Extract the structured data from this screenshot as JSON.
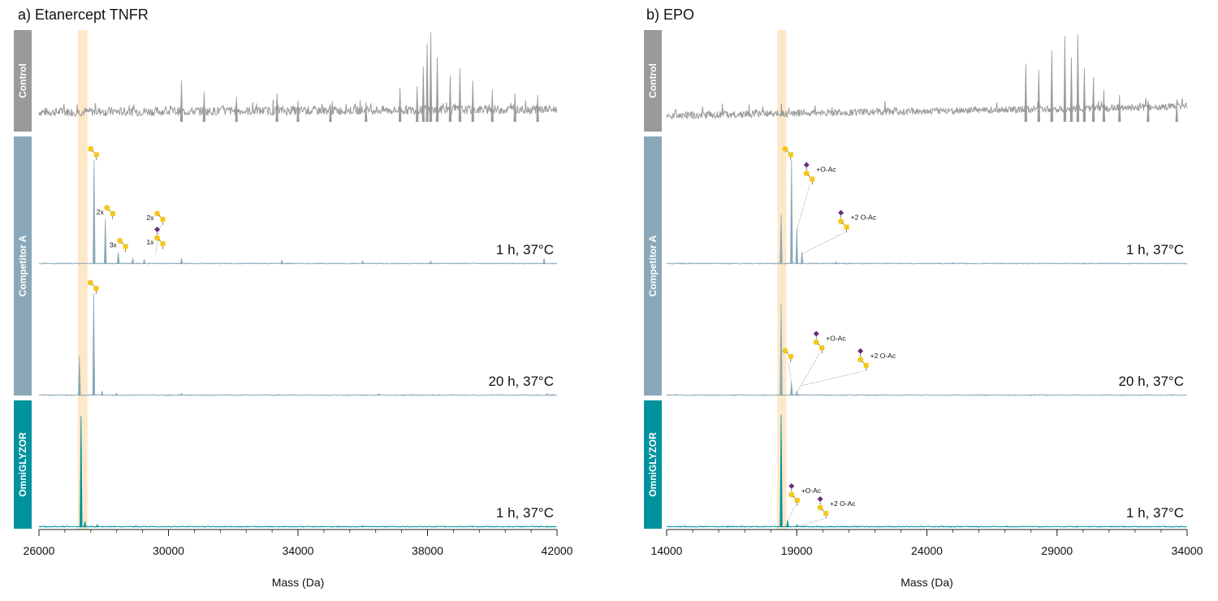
{
  "colors": {
    "control": "#9a9a9a",
    "competitor": "#8aa8b8",
    "omni": "#00939e",
    "highlight": "#fde8c8",
    "hexnac": "#f4c81c",
    "sialic": "#6a2a7a"
  },
  "rows": [
    {
      "label": "Control"
    },
    {
      "label": "Competitor A"
    },
    {
      "label": "OmniGLYZOR"
    }
  ],
  "chart_data": [
    {
      "type": "line",
      "title": "a)  Etanercept TNFR",
      "xlabel": "Mass (Da)",
      "xlim": [
        26000,
        42000
      ],
      "xticks": [
        "26000",
        "30000",
        "34000",
        "38000",
        "42000"
      ],
      "xtick_values": [
        26000,
        30000,
        34000,
        38000,
        42000
      ],
      "highlight_range": [
        27200,
        27500
      ],
      "traces": [
        {
          "row": "Control",
          "condition": "",
          "noise": "control",
          "peaks": [
            [
              30400,
              0.46
            ],
            [
              31100,
              0.34
            ],
            [
              32100,
              0.28
            ],
            [
              33350,
              0.32
            ],
            [
              34000,
              0.24
            ],
            [
              35000,
              0.2
            ],
            [
              36100,
              0.22
            ],
            [
              37150,
              0.38
            ],
            [
              37680,
              0.4
            ],
            [
              37870,
              0.62
            ],
            [
              37990,
              0.88
            ],
            [
              38100,
              1.0
            ],
            [
              38300,
              0.72
            ],
            [
              38700,
              0.52
            ],
            [
              39000,
              0.6
            ],
            [
              39400,
              0.46
            ],
            [
              40000,
              0.36
            ],
            [
              40700,
              0.32
            ],
            [
              41400,
              0.3
            ]
          ]
        },
        {
          "row": "Competitor A",
          "condition": "1 h, 37°C",
          "noise": "low",
          "peaks": [
            [
              27700,
              0.88
            ],
            [
              28050,
              0.38
            ],
            [
              28450,
              0.1
            ],
            [
              28900,
              0.05
            ],
            [
              29250,
              0.04
            ],
            [
              30400,
              0.05
            ],
            [
              33500,
              0.03
            ],
            [
              36000,
              0.025
            ],
            [
              38100,
              0.025
            ],
            [
              41600,
              0.05
            ]
          ]
        },
        {
          "row": "Competitor A",
          "condition": "20 h, 37°C",
          "noise": "low",
          "peaks": [
            [
              27250,
              0.34
            ],
            [
              27690,
              0.88
            ],
            [
              27950,
              0.04
            ],
            [
              28400,
              0.02
            ],
            [
              30400,
              0.02
            ],
            [
              36500,
              0.015
            ],
            [
              41700,
              0.02
            ]
          ]
        },
        {
          "row": "OmniGLYZOR",
          "condition": "1 h, 37°C",
          "noise": "low",
          "peaks": [
            [
              27300,
              0.95
            ],
            [
              27420,
              0.05
            ],
            [
              27800,
              0.02
            ],
            [
              29000,
              0.01
            ],
            [
              36000,
              0.01
            ]
          ]
        }
      ],
      "annotations": [
        {
          "trace": 1,
          "text": "",
          "mass": 27700,
          "sialic": false
        },
        {
          "trace": 1,
          "text": "2x",
          "mass": 28050,
          "sialic": false
        },
        {
          "trace": 1,
          "text": "3x",
          "mass": 28450,
          "sialic": false
        },
        {
          "trace": 1,
          "text": "2x",
          "mass": 29600,
          "sialic": false
        },
        {
          "trace": 1,
          "text": "1x",
          "mass": 29600,
          "sialic": true
        },
        {
          "trace": 2,
          "text": "",
          "mass": 27690,
          "sialic": false
        }
      ]
    },
    {
      "type": "line",
      "title": "b)  EPO",
      "xlabel": "Mass (Da)",
      "xlim": [
        14000,
        34000
      ],
      "xticks": [
        "14000",
        "19000",
        "24000",
        "29000",
        "34000"
      ],
      "xtick_values": [
        14000,
        19000,
        24000,
        29000,
        34000
      ],
      "highlight_range": [
        18250,
        18600
      ],
      "traces": [
        {
          "row": "Control",
          "condition": "",
          "noise": "control-epo",
          "peaks": [
            [
              27800,
              0.65
            ],
            [
              28300,
              0.58
            ],
            [
              28800,
              0.8
            ],
            [
              29300,
              0.96
            ],
            [
              29550,
              0.72
            ],
            [
              29800,
              0.98
            ],
            [
              30050,
              0.6
            ],
            [
              30400,
              0.5
            ],
            [
              30800,
              0.36
            ],
            [
              31400,
              0.3
            ],
            [
              32500,
              0.24
            ],
            [
              33600,
              0.2
            ]
          ]
        },
        {
          "row": "Competitor A",
          "condition": "1 h, 37°C",
          "noise": "low",
          "peaks": [
            [
              18400,
              0.42
            ],
            [
              18800,
              0.88
            ],
            [
              19000,
              0.3
            ],
            [
              19200,
              0.1
            ],
            [
              20500,
              0.02
            ],
            [
              25000,
              0.01
            ]
          ]
        },
        {
          "row": "Competitor A",
          "condition": "20 h, 37°C",
          "noise": "low",
          "peaks": [
            [
              18400,
              0.8
            ],
            [
              18800,
              0.12
            ],
            [
              19000,
              0.04
            ]
          ]
        },
        {
          "row": "OmniGLYZOR",
          "condition": "1 h, 37°C",
          "noise": "low",
          "peaks": [
            [
              18400,
              0.96
            ],
            [
              18650,
              0.06
            ],
            [
              19000,
              0.02
            ]
          ]
        }
      ],
      "annotations": [
        {
          "trace": 1,
          "text": "",
          "mass": 18800,
          "sialic": false
        },
        {
          "trace": 1,
          "text": "+O-Ac",
          "mass": 19000,
          "sialic": true
        },
        {
          "trace": 1,
          "text": "+2 O-Ac",
          "mass": 19200,
          "sialic": true
        },
        {
          "trace": 2,
          "text": "",
          "mass": 18800,
          "sialic": false
        },
        {
          "trace": 2,
          "text": "+O-Ac",
          "mass": 19000,
          "sialic": true
        },
        {
          "trace": 2,
          "text": "+2 O-Ac",
          "mass": 19200,
          "sialic": true
        },
        {
          "trace": 3,
          "text": "+O-Ac",
          "mass": 18650,
          "sialic": true
        },
        {
          "trace": 3,
          "text": "+2 O-Ac",
          "mass": 19000,
          "sialic": true
        }
      ]
    }
  ]
}
